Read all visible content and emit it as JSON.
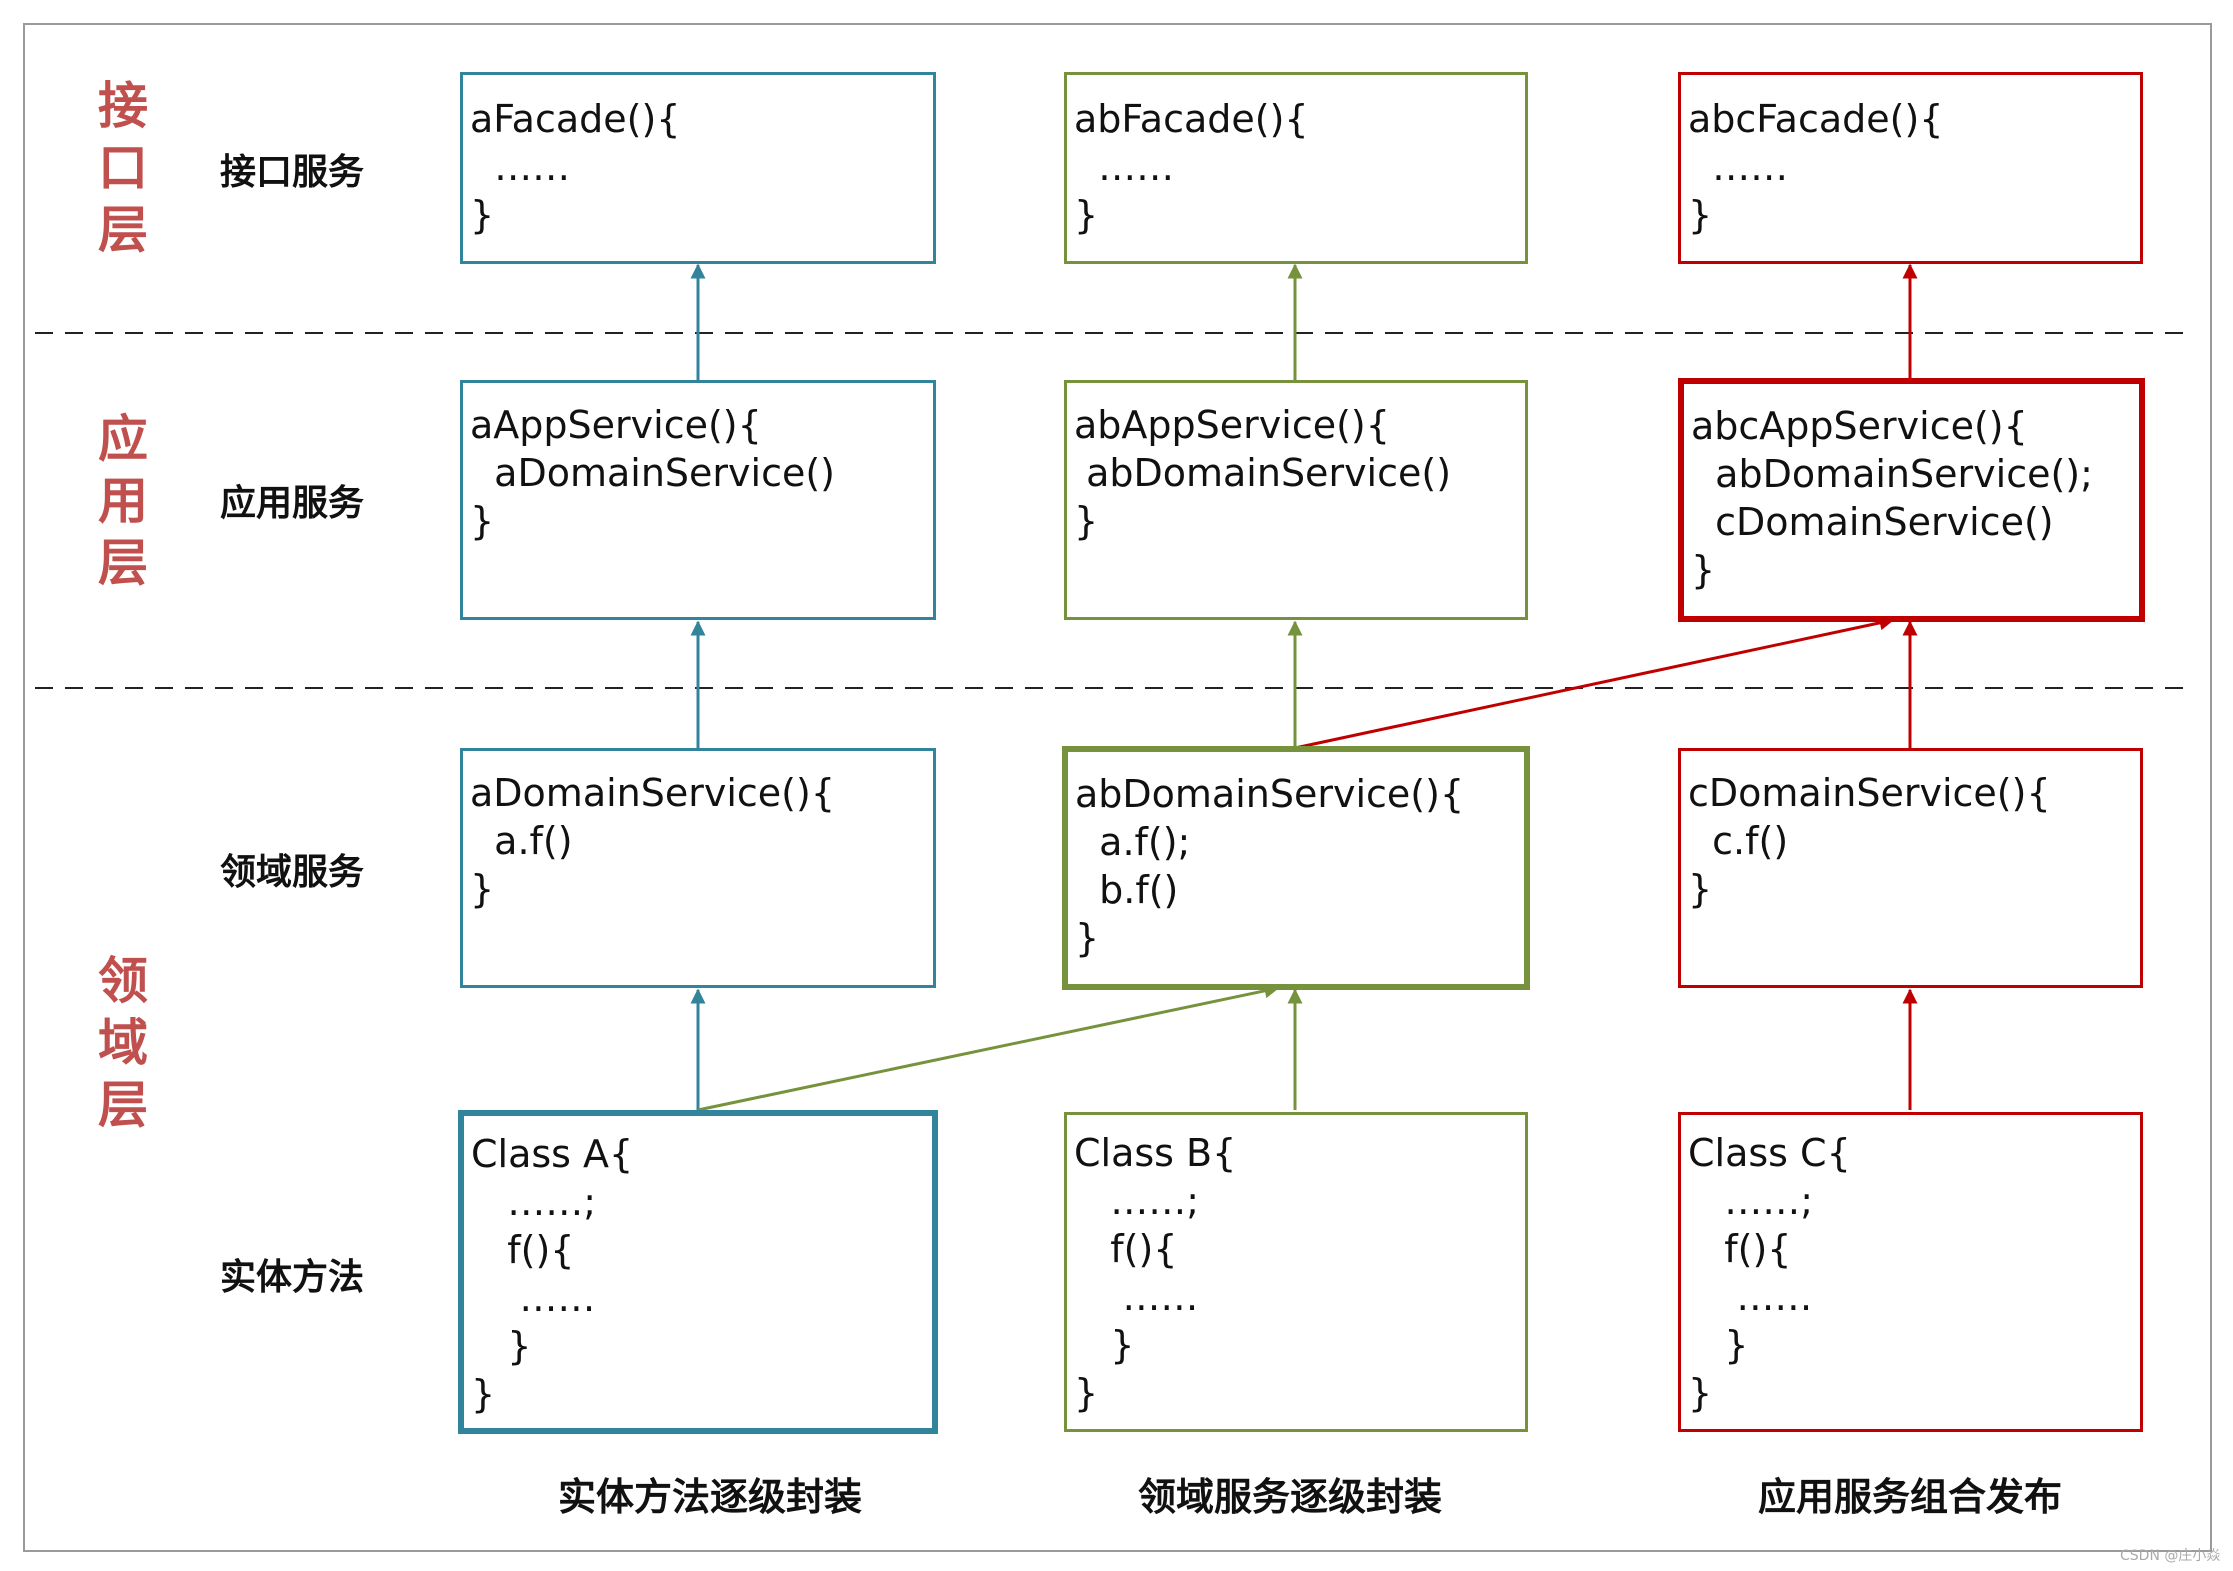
{
  "colors": {
    "teal": "#31849b",
    "green": "#76923c",
    "red": "#c00000",
    "layer_label": "#c0504d"
  },
  "layers": {
    "interface": [
      "接",
      "口",
      "层"
    ],
    "application": [
      "应",
      "用",
      "层"
    ],
    "domain": [
      "领",
      "域",
      "层"
    ]
  },
  "rows": {
    "facade": "接口服务",
    "app": "应用服务",
    "domain": "领域服务",
    "entity": "实体方法"
  },
  "boxes": {
    "a_facade": [
      "aFacade(){",
      "  ……",
      "}"
    ],
    "ab_facade": [
      "abFacade(){",
      "  ……",
      "}"
    ],
    "abc_facade": [
      "abcFacade(){",
      "  ……",
      "}"
    ],
    "a_app": [
      "aAppService(){",
      "  aDomainService()",
      "}"
    ],
    "ab_app": [
      "abAppService(){",
      " abDomainService()",
      "}"
    ],
    "abc_app": [
      "abcAppService(){",
      "  abDomainService();",
      "  cDomainService()",
      "}"
    ],
    "a_domain": [
      "aDomainService(){",
      "  a.f()",
      "}"
    ],
    "ab_domain": [
      "abDomainService(){",
      "  a.f();",
      "  b.f()",
      "}"
    ],
    "c_domain": [
      "cDomainService(){",
      "  c.f()",
      "}"
    ],
    "class_a": [
      "Class A{",
      "   ……;",
      "   f(){",
      "    ……",
      "   }",
      "}"
    ],
    "class_b": [
      "Class B{",
      "   ……;",
      "   f(){",
      "    ……",
      "   }",
      "}"
    ],
    "class_c": [
      "Class C{",
      "   ……;",
      "   f(){",
      "    ……",
      "   }",
      "}"
    ]
  },
  "captions": {
    "col1": "实体方法逐级封装",
    "col2": "领域服务逐级封装",
    "col3": "应用服务组合发布"
  },
  "watermark": "CSDN @庄小焱"
}
